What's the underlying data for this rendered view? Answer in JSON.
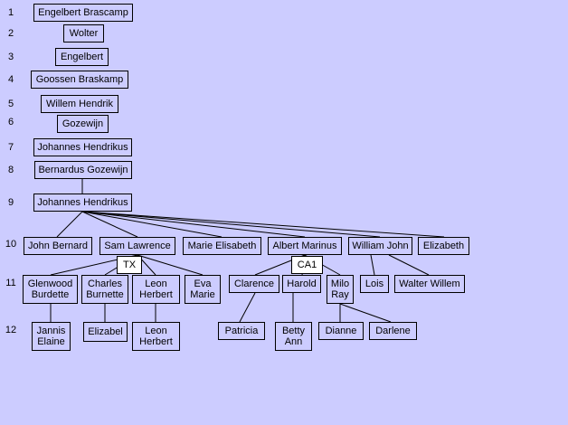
{
  "generations": [
    "1",
    "2",
    "3",
    "4",
    "5",
    "6",
    "7",
    "8",
    "9",
    "10",
    "11",
    "12"
  ],
  "people": {
    "engelbert_brascamp": "Engelbert Brascamp",
    "wolter": "Wolter",
    "engelbert": "Engelbert",
    "goossen_braskamp": "Goossen Braskamp",
    "willem_hendrik": "Willem Hendrik",
    "gozewijn": "Gozewijn",
    "johannes_hendrikus_7": "Johannes Hendrikus",
    "bernardus_gozewijn": "Bernardus Gozewijn",
    "johannes_hendrikus_9": "Johannes Hendrikus",
    "john_bernard": "John Bernard",
    "sam_lawrence": "Sam Lawrence",
    "marie_elisabeth": "Marie Elisabeth",
    "albert_marinus": "Albert Marinus",
    "william_john": "William John",
    "elizabeth": "Elizabeth",
    "glenwood_burdette": "Glenwood\nBurdette",
    "charles_burnette": "Charles\nBurnette",
    "leon_herbert_11": "Leon\nHerbert",
    "eva_marie": "Eva\nMarie",
    "clarence": "Clarence",
    "harold": "Harold",
    "milo_ray": "Milo\nRay",
    "lois": "Lois",
    "walter_willem": "Walter Willem",
    "jannis_elaine": "Jannis\nElaine",
    "elizabel": "Elizabel",
    "leon_herbert_12": "Leon\nHerbert",
    "patricia": "Patricia",
    "betty_ann": "Betty\nAnn",
    "dianne": "Dianne",
    "darlene": "Darlene"
  },
  "tags": {
    "tx": "TX",
    "ca1": "CA1"
  }
}
